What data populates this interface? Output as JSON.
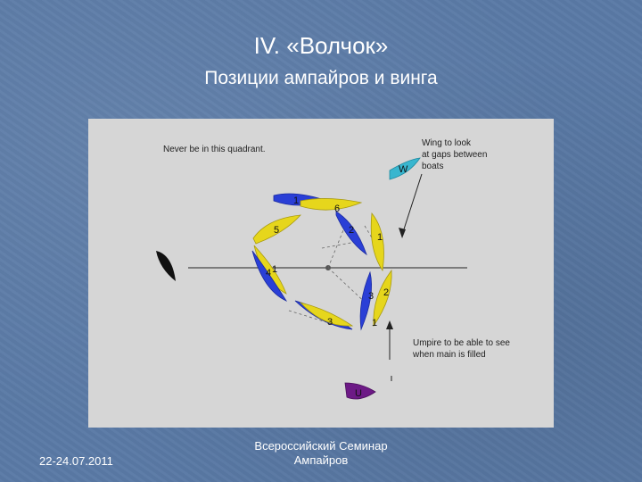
{
  "slide": {
    "title": "IV. «Волчок»",
    "subtitle": "Позиции ампайров и винга"
  },
  "diagram": {
    "note_quadrant": "Never be in this quadrant.",
    "note_wing_1": "Wing to look",
    "note_wing_2": "at gaps between",
    "note_wing_3": "boats",
    "note_umpire_1": "Umpire to be able to see",
    "note_umpire_2": "when main is filled",
    "wing_label": "W",
    "umpire_label": "U",
    "boat_numbers": [
      "1",
      "6",
      "5",
      "2",
      "1",
      "4",
      "1",
      "3",
      "2",
      "3",
      "1"
    ],
    "colors": {
      "yellow_boat": "#e6d61c",
      "blue_boat": "#2a3fd6",
      "wing_boat": "#39b6cf",
      "umpire_boat": "#6d1a86",
      "black_boat": "#111111",
      "panel_bg": "#d6d6d6"
    }
  },
  "footer": {
    "date": "22-24.07.2011",
    "event_line1": "Всероссийский Семинар",
    "event_line2": "Ампайров"
  }
}
